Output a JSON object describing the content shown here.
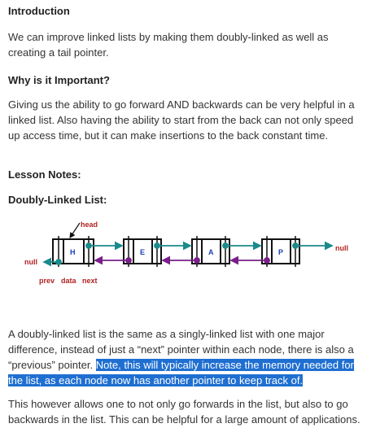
{
  "intro": {
    "heading": "Introduction",
    "text": "We can improve linked lists by making them doubly-linked as well as creating a tail pointer."
  },
  "why": {
    "heading": "Why is it Important?",
    "text": "Giving us the ability to go forward AND backwards can be very helpful in a linked list. Also having the ability to start from the back can not only speed up access time, but it can make insertions to the back constant time."
  },
  "lesson": {
    "heading": "Lesson Notes:",
    "subheading": "Doubly-Linked List:"
  },
  "diagram": {
    "head_label": "head",
    "null_left": "null",
    "null_right": "null",
    "nodes": [
      "H",
      "E",
      "A",
      "P"
    ],
    "legend_prev": "prev",
    "legend_data": "data",
    "legend_next": "next",
    "colors": {
      "next_arrow": "#1a8a8a",
      "prev_arrow": "#7a1f8a",
      "label": "#b22222",
      "data": "#1a3fb0"
    }
  },
  "body": {
    "p1_plain": "A doubly-linked list is the same as a singly-linked list with one major difference, instead of just a “next” pointer within each node, there is also a “previous” pointer.",
    "p1_highlight": "Note, this will typically increase the memory needed for the list, as each node now has another pointer to keep track of.",
    "p2": "This however allows one to not only go forwards in the list, but also to go backwards in the list. This can be helpful for a large amount of applications."
  }
}
